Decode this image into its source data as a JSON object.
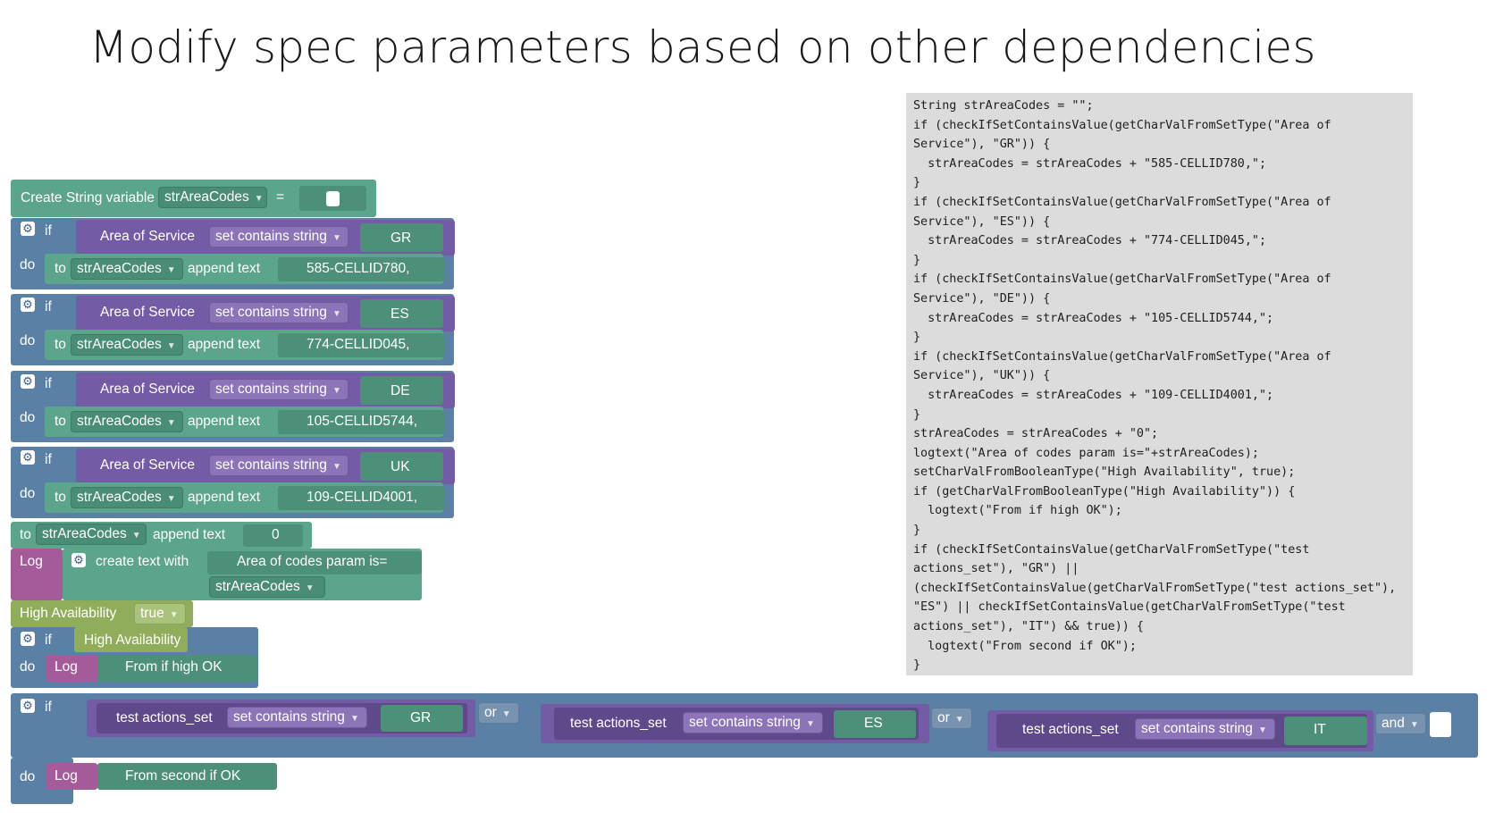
{
  "title": "Modify spec parameters based on other dependencies",
  "blocks": {
    "create_label": "Create String variable",
    "var": "strAreaCodes",
    "eq": "=",
    "if": "if",
    "do": "do",
    "to": "to",
    "append": "append text",
    "area": "Area of Service",
    "contains": "set contains string",
    "conds": [
      {
        "value": "GR",
        "code": "585-CELLID780,"
      },
      {
        "value": "ES",
        "code": "774-CELLID045,"
      },
      {
        "value": "DE",
        "code": "105-CELLID5744,"
      },
      {
        "value": "UK",
        "code": "109-CELLID4001,"
      }
    ],
    "zero": "0",
    "log": "Log",
    "create_text": "create text with",
    "log_text": "Area of codes param is=",
    "ha": "High Availability",
    "true": "true",
    "from_if": "From if high OK",
    "test": "test actions_set",
    "gr": "GR",
    "es": "ES",
    "it": "IT",
    "or": "or",
    "and": "and",
    "from_second": "From second if OK",
    "arrow": "▼"
  },
  "code_lines": [
    "String strAreaCodes = \"\";",
    "if (checkIfSetContainsValue(getCharValFromSetType(\"Area of",
    "Service\"), \"GR\")) {",
    "  strAreaCodes = strAreaCodes + \"585-CELLID780,\";",
    "}",
    "if (checkIfSetContainsValue(getCharValFromSetType(\"Area of",
    "Service\"), \"ES\")) {",
    "  strAreaCodes = strAreaCodes + \"774-CELLID045,\";",
    "}",
    "if (checkIfSetContainsValue(getCharValFromSetType(\"Area of",
    "Service\"), \"DE\")) {",
    "  strAreaCodes = strAreaCodes + \"105-CELLID5744,\";",
    "}",
    "if (checkIfSetContainsValue(getCharValFromSetType(\"Area of",
    "Service\"), \"UK\")) {",
    "  strAreaCodes = strAreaCodes + \"109-CELLID4001,\";",
    "}",
    "strAreaCodes = strAreaCodes + \"0\";",
    "logtext(\"Area of codes param is=\"+strAreaCodes);",
    "setCharValFromBooleanType(\"High Availability\", true);",
    "if (getCharValFromBooleanType(\"High Availability\")) {",
    "  logtext(\"From if high OK\");",
    "}",
    "if (checkIfSetContainsValue(getCharValFromSetType(\"test",
    "actions_set\"), \"GR\") ||",
    "(checkIfSetContainsValue(getCharValFromSetType(\"test actions_set\"),",
    "\"ES\") || checkIfSetContainsValue(getCharValFromSetType(\"test",
    "actions_set\"), \"IT\") && true)) {",
    "  logtext(\"From second if OK\");",
    "}"
  ]
}
